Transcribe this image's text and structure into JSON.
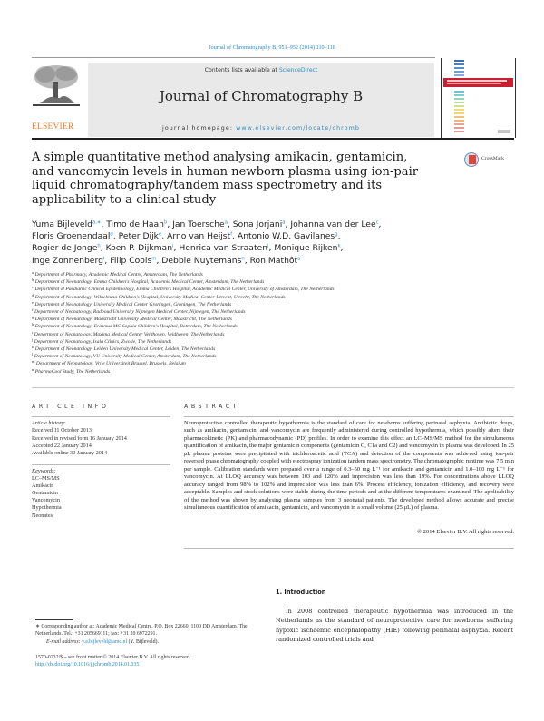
{
  "header": {
    "citation": "Journal of Chromatography B, 951–952 (2014) 110–118",
    "contents_prefix": "Contents lists available at ",
    "contents_link": "ScienceDirect",
    "journal_title": "Journal of Chromatography B",
    "homepage_prefix": "journal homepage: ",
    "homepage_url": "www.elsevier.com/locate/chromb",
    "publisher": "ELSEVIER",
    "crossmark": "CrossMark"
  },
  "colors": {
    "link": "#2a8dc5",
    "elsevier_orange": "#f07e26",
    "cover_red": "#c8202f"
  },
  "title": "A simple quantitative method analysing amikacin, gentamicin, and vancomycin levels in human newborn plasma using ion-pair liquid chromatography/tandem mass spectrometry and its applicability to a clinical study",
  "authors": [
    {
      "name": "Yuma Bijleveld",
      "sup": "a,∗"
    },
    {
      "name": "Timo de Haan",
      "sup": "b"
    },
    {
      "name": "Jan Toersche",
      "sup": "a"
    },
    {
      "name": "Sona Jorjani",
      "sup": "a"
    },
    {
      "name": "Johanna van der Lee",
      "sup": "c"
    },
    {
      "name": "Floris Groenendaal",
      "sup": "d"
    },
    {
      "name": "Peter Dijk",
      "sup": "e"
    },
    {
      "name": "Arno van Heijst",
      "sup": "f"
    },
    {
      "name": "Antonio W.D. Gavilanes",
      "sup": "g"
    },
    {
      "name": "Rogier de Jonge",
      "sup": "h"
    },
    {
      "name": "Koen P. Dijkman",
      "sup": "i"
    },
    {
      "name": "Henrica van Straaten",
      "sup": "j"
    },
    {
      "name": "Monique Rijken",
      "sup": "k"
    },
    {
      "name": "Inge Zonnenberg",
      "sup": "l"
    },
    {
      "name": "Filip Cools",
      "sup": "m"
    },
    {
      "name": "Debbie Nuytemans",
      "sup": "n"
    },
    {
      "name": "Ron Mathôt",
      "sup": "a"
    }
  ],
  "affiliations": [
    {
      "sup": "a",
      "text": "Department of Pharmacy, Academic Medical Centre, Amsterdam, The Netherlands"
    },
    {
      "sup": "b",
      "text": "Department of Neonatology, Emma Children's Hospital, Academic Medical Center, Amsterdam, The Netherlands"
    },
    {
      "sup": "c",
      "text": "Department of Paediatric Clinical Epidemiology, Emma Children's Hospital, Academic Medical Center, University of Amsterdam, The Netherlands"
    },
    {
      "sup": "d",
      "text": "Department of Neonatology, Wilhelmina Children's Hospital, University Medical Center Utrecht, Utrecht, The Netherlands"
    },
    {
      "sup": "e",
      "text": "Department of Neonatology, University Medical Center Groningen, Groningen, The Netherlands"
    },
    {
      "sup": "f",
      "text": "Department of Neonatology, Radboud University Nijmegen Medical Center, Nijmegen, The Netherlands"
    },
    {
      "sup": "g",
      "text": "Department of Neonatology, Maastricht University Medical Center, Maastricht, The Netherlands"
    },
    {
      "sup": "h",
      "text": "Department of Neonatology, Erasmus MC-Sophia Children's Hospital, Rotterdam, The Netherlands"
    },
    {
      "sup": "i",
      "text": "Department of Neonatology, Maxima Medical Center Veldhoven, Veldhoven, The Netherlands"
    },
    {
      "sup": "j",
      "text": "Department of Neonatology, Isala Clinics, Zwolle, The Netherlands"
    },
    {
      "sup": "k",
      "text": "Department of Neonatology, Leiden University Medical Center, Leiden, The Netherlands"
    },
    {
      "sup": "l",
      "text": "Department of Neonatology, VU University Medical Center, Amsterdam, The Netherlands"
    },
    {
      "sup": "m",
      "text": "Department of Neonatology, Vrije Universiteit Brussel, Brussels, Belgium"
    },
    {
      "sup": "n",
      "text": "PharmaCool Study, The Netherlands"
    }
  ],
  "article_info": {
    "heading": "ARTICLE INFO",
    "history_label": "Article history:",
    "history": [
      "Received 11 October 2013",
      "Received in revised form 16 January 2014",
      "Accepted 22 January 2014",
      "Available online 30 January 2014"
    ],
    "keywords_label": "Keywords:",
    "keywords": [
      "LC–MS/MS",
      "Amikacin",
      "Gentamicin",
      "Vancomycin",
      "Hypothermia",
      "Neonates"
    ]
  },
  "abstract": {
    "heading": "ABSTRACT",
    "text": "Neuroprotective controlled therapeutic hypothermia is the standard of care for newborns suffering perinatal asphyxia. Antibiotic drugs, such as amikacin, gentamicin, and vancomycin are frequently administered during controlled hypothermia, which possibly alters their pharmacokinetic (PK) and pharmacodynamic (PD) profiles. In order to examine this effect an LC–MS/MS method for the simultaneous quantification of amikacin, the major gentamicin components (gentamicin C, C1a and C2) and vancomycin in plasma was developed. In 25 μL plasma proteins were precipitated with trichloroacetic acid (TCA) and detection of the components was achieved using ion-pair reversed phase chromatography coupled with electrospray ionization tandem mass spectrometry. The chromatographic runtime was 7.5 min per sample. Calibration standards were prepared over a range of 0.3–50 mg L⁻¹ for amikacin and gentamicin and 1.0–100 mg L⁻¹ for vancomycin. At LLOQ accuracy was between 103 and 120% and imprecision was less than 19%. For concentrations above LLOQ accuracy ranged from 98% to 102% and imprecision was less than 6%. Process efficiency, ionization efficiency, and recovery were acceptable. Samples and stock solutions were stable during the time periods and at the different temperatures examined. The applicability of the method was shown by analysing plasma samples from 3 neonatal patients. The developed method allows accurate and precise simultaneous quantification of amikacin, gentamicin, and vancomycin in a small volume (25 μL) of plasma.",
    "copyright": "© 2014 Elsevier B.V. All rights reserved."
  },
  "introduction": {
    "heading": "1.  Introduction",
    "text": "In 2008 controlled therapeutic hypothermia was introduced in the Netherlands as the standard of neuroprotective care for newborns suffering hypoxic ischaemic encephalopathy (HIE) following perinatal asphyxia. Recent randomized controlled trials and"
  },
  "footnote": {
    "corresponding": "∗  Corresponding author at: Academic Medical Centre, P.O. Box 22660, 1100 DD Amsterdam, The Netherlands. Tel.: +31 205669111; fax: +31 20 6972291.",
    "email_label": "E-mail address: ",
    "email": "y.a.bijleveld@amc.nl",
    "email_suffix": " (Y. Bijleveld).",
    "issn": "1570-0232/$ – see front matter © 2014 Elsevier B.V. All rights reserved.",
    "doi": "http://dx.doi.org/10.1016/j.jchromb.2014.01.035"
  }
}
